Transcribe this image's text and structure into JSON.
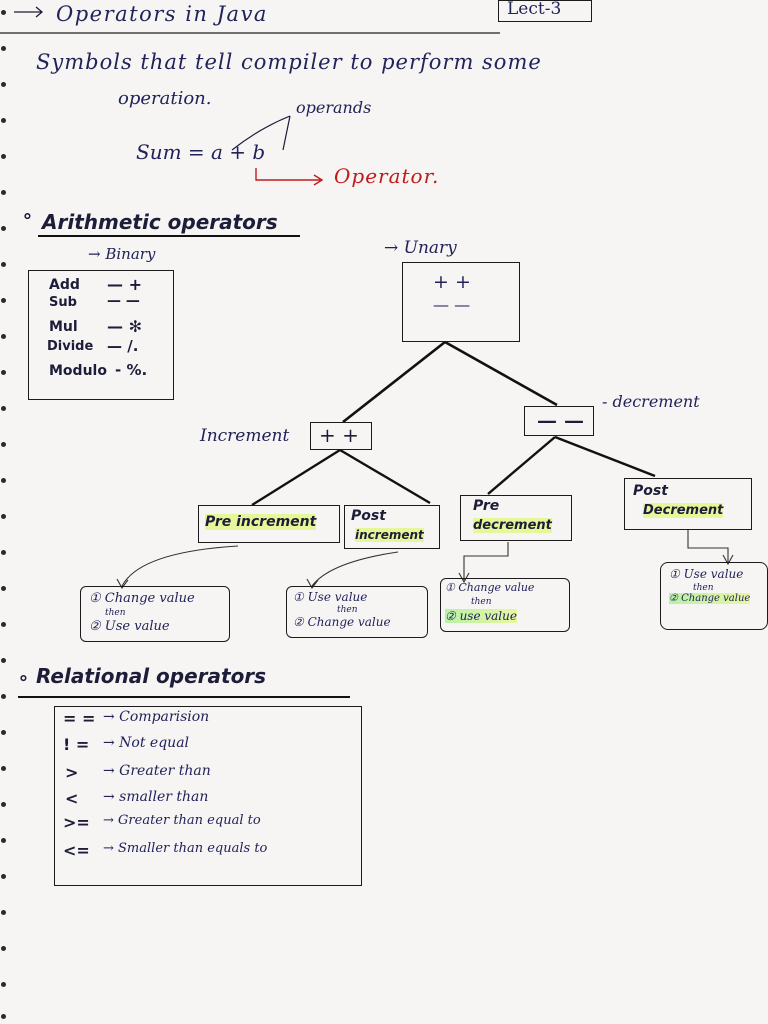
{
  "header": {
    "title": "Operators in Java",
    "lecture_tag": "Lect-3"
  },
  "intro": {
    "line1": "Symbols that tell compiler to perform some",
    "line2": "operation.",
    "operands_label": "operands",
    "example": "Sum = a + b",
    "operator_label": "Operator."
  },
  "arithmetic": {
    "heading": "Arithmetic operators",
    "binary_label": "→ Binary",
    "binary_ops": [
      {
        "name": "Add",
        "symbol": "— +"
      },
      {
        "name": "Sub",
        "symbol": "— —"
      },
      {
        "name": "Mul",
        "symbol": "— ✻"
      },
      {
        "name": "Divide",
        "symbol": "— /."
      },
      {
        "name": "Modulo",
        "symbol": "- %."
      }
    ],
    "unary_label": "→ Unary",
    "unary_symbols": [
      "+ +",
      "— —"
    ],
    "increment_label": "Increment",
    "increment_symbol": "+ +",
    "decrement_symbol": "— —",
    "decrement_label": "- decrement",
    "pre_increment": "Pre increment",
    "post_increment_line1": "Post",
    "post_increment_line2": "increment",
    "pre_decrement_line1": "Pre",
    "pre_decrement_line2": "decrement",
    "post_decrement_line1": "Post",
    "post_decrement_line2": "Decrement",
    "pre_inc_steps": {
      "s1": "① Change value",
      "then": "then",
      "s2": "② Use value"
    },
    "post_inc_steps": {
      "s1": "① Use value",
      "then": "then",
      "s2": "② Change value"
    },
    "pre_dec_steps": {
      "s1": "① Change value",
      "then": "then",
      "s2": "② use value"
    },
    "post_dec_steps": {
      "s1": "① Use value",
      "then": "then",
      "s2": "② Change value"
    }
  },
  "relational": {
    "heading": "Relational operators",
    "rows": [
      {
        "op": "= =",
        "desc": "→ Comparision"
      },
      {
        "op": "! =",
        "desc": "→  Not equal"
      },
      {
        "op": ">",
        "desc": "→   Greater than"
      },
      {
        "op": "<",
        "desc": "→   smaller than"
      },
      {
        "op": ">=",
        "desc": "→ Greater than equal to"
      },
      {
        "op": "<=",
        "desc": "→ Smaller than equals to"
      }
    ]
  }
}
